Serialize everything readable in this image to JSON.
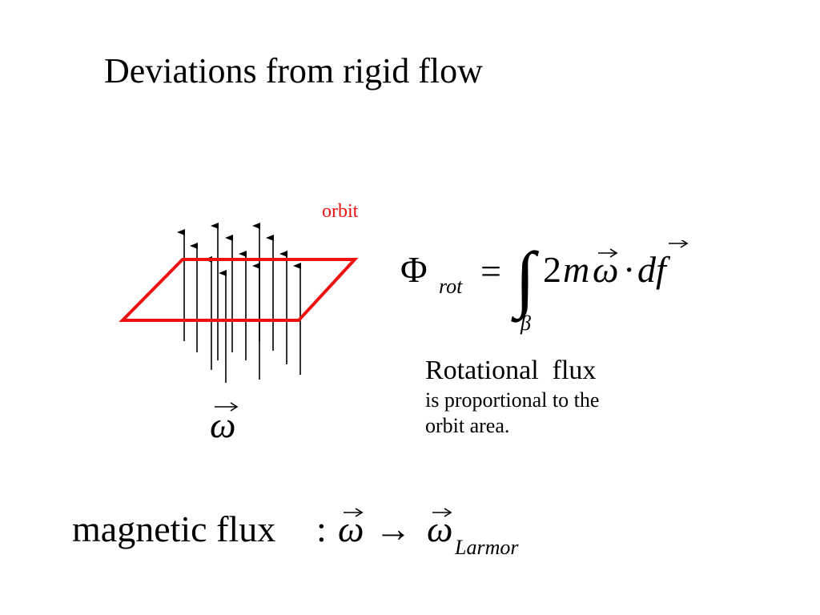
{
  "slide": {
    "title": "Deviations from rigid flow"
  },
  "diagram": {
    "orbit_label": "orbit",
    "orbit_color": "#ee1111",
    "arrow_color": "#000000",
    "vector_label": {
      "symbol": "ω"
    }
  },
  "formula": {
    "lhs_symbol": "Φ",
    "lhs_subscript": "rot",
    "equals": "=",
    "integral": "∫",
    "integral_subscript": "β",
    "coefficient": "2",
    "mass": "m",
    "omega": "ω",
    "dot": "·",
    "differential": "df"
  },
  "caption": {
    "heading": "Rotational  flux",
    "line1": "is proportional to the",
    "line2": "orbit area."
  },
  "bottom_equation": {
    "prefix": "magnetic flux",
    "colon": ":",
    "omega": "ω",
    "arrow": "→",
    "omega_sub": "Larmor"
  }
}
